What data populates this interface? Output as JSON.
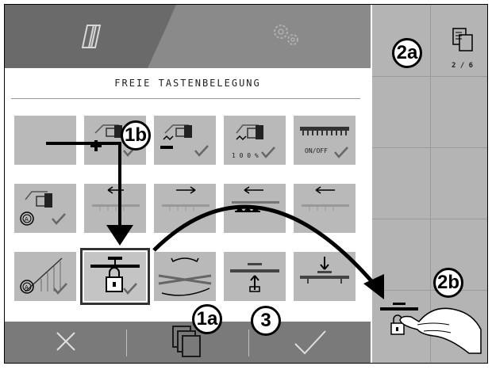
{
  "screen": {
    "title": "FREIE TASTENBELEGUNG",
    "tabs": [
      {
        "name": "field-tab",
        "icon": "field-icon"
      },
      {
        "name": "settings-tab",
        "icon": "gears-icon"
      }
    ],
    "page_indicator": "2 / 6"
  },
  "grid": [
    {
      "name": "empty-slot",
      "label": ""
    },
    {
      "name": "rate-increase",
      "label": ""
    },
    {
      "name": "rate-decrease",
      "label": ""
    },
    {
      "name": "rate-100-percent",
      "label": "1 0 0 %"
    },
    {
      "name": "sections-on-off",
      "label": "ON/OFF"
    },
    {
      "name": "auto-rate",
      "label": ""
    },
    {
      "name": "section-left-off",
      "label": ""
    },
    {
      "name": "section-right-on",
      "label": ""
    },
    {
      "name": "section-left-on",
      "label": ""
    },
    {
      "name": "section-right-off",
      "label": ""
    },
    {
      "name": "auto-height",
      "label": ""
    },
    {
      "name": "boom-lock",
      "label": ""
    },
    {
      "name": "boom-tilt",
      "label": ""
    },
    {
      "name": "boom-raise",
      "label": ""
    },
    {
      "name": "boom-lower",
      "label": ""
    }
  ],
  "bottom": {
    "cancel": "cancel-x-icon",
    "copy": "copy-pages-icon",
    "confirm": "checkmark-icon"
  },
  "callouts": {
    "c1a": "1a",
    "c1b": "1b",
    "c2a": "2a",
    "c2b": "2b",
    "c3": "3"
  },
  "colors": {
    "tab_bar": "#7a7a7a",
    "cell": "#b9b9b9",
    "sidebar": "#b4b4b4"
  }
}
